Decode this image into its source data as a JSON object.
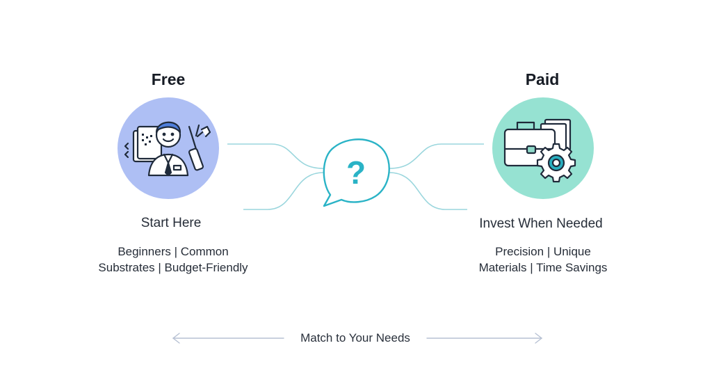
{
  "free": {
    "title": "Free",
    "subtitle": "Start Here",
    "lines": [
      "Beginners | Common",
      "Substrates | Budget-Friendly"
    ],
    "icon": "person-with-tools-icon",
    "color": "#aebff4"
  },
  "paid": {
    "title": "Paid",
    "subtitle": "Invest When Needed",
    "lines": [
      "Precision | Unique",
      "Materials | Time Savings"
    ],
    "icon": "briefcase-gear-icon",
    "color": "#96e2d2"
  },
  "center": {
    "symbol": "?",
    "icon": "question-bubble-icon",
    "accent": "#2ab3c6"
  },
  "footer": {
    "label": "Match to Your Needs"
  }
}
